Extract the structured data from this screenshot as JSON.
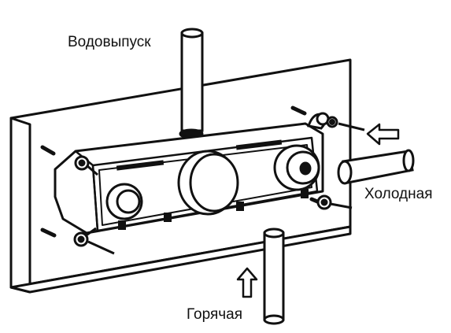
{
  "labels": {
    "outlet": "Водовыпуск",
    "cold": "Холодная",
    "hot": "Горячая"
  },
  "colors": {
    "ink": "#111111",
    "paper": "#ffffff",
    "shade": "#e8e8e8"
  },
  "icons": {
    "arrow_cold": "arrow-left-outline-icon",
    "arrow_hot": "arrow-up-outline-icon"
  }
}
